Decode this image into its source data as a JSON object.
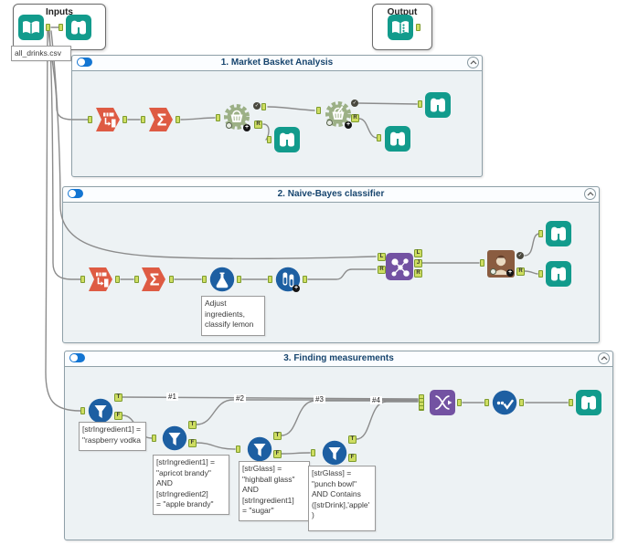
{
  "workflow": {
    "inputs_box": {
      "title": "Inputs",
      "file_label": "all_drinks.csv"
    },
    "output_box": {
      "title": "Output"
    },
    "containers": [
      {
        "title": "1. Market Basket Analysis"
      },
      {
        "title": "2. Naive-Bayes classifier"
      },
      {
        "title": "3. Finding measurements"
      }
    ]
  },
  "annotations": {
    "formula": "Adjust\ningredients,\nclassify lemon",
    "filter1": "[strIngredient1] =\n\"raspberry vodka",
    "filter2": "[strIngredient1] =\n\"apricot brandy\"\nAND\n[strIngredient2]\n= \"apple brandy\"",
    "filter3": "[strGlass] =\n\"highball glass\"\nAND\n[strIngredient1]\n= \"sugar\"",
    "filter4": "[strGlass] =\n\"punch bowl\"\nAND Contains\n([strDrink],'apple'\n)"
  },
  "connection_labels": {
    "c1": "#1",
    "c2": "#2",
    "c3": "#3",
    "c4": "#4"
  },
  "glyphs": {
    "sigma": "Σ",
    "plus": "+",
    "check": "✓",
    "t": "T",
    "f": "F",
    "l": "L",
    "j": "J",
    "r": "R"
  },
  "colors": {
    "teal": "#129b8c",
    "orange": "#de5b43",
    "blue": "#1d5fa2",
    "purple": "#7352a2",
    "macro_green": "#9cb086",
    "nb_brown": "#8a5c40",
    "anchor_green": "#cedd62",
    "wire": "#8c8c8c",
    "container_bg": "#edf2f4",
    "toggle_blue": "#1375d2",
    "title_navy": "#17456e"
  }
}
